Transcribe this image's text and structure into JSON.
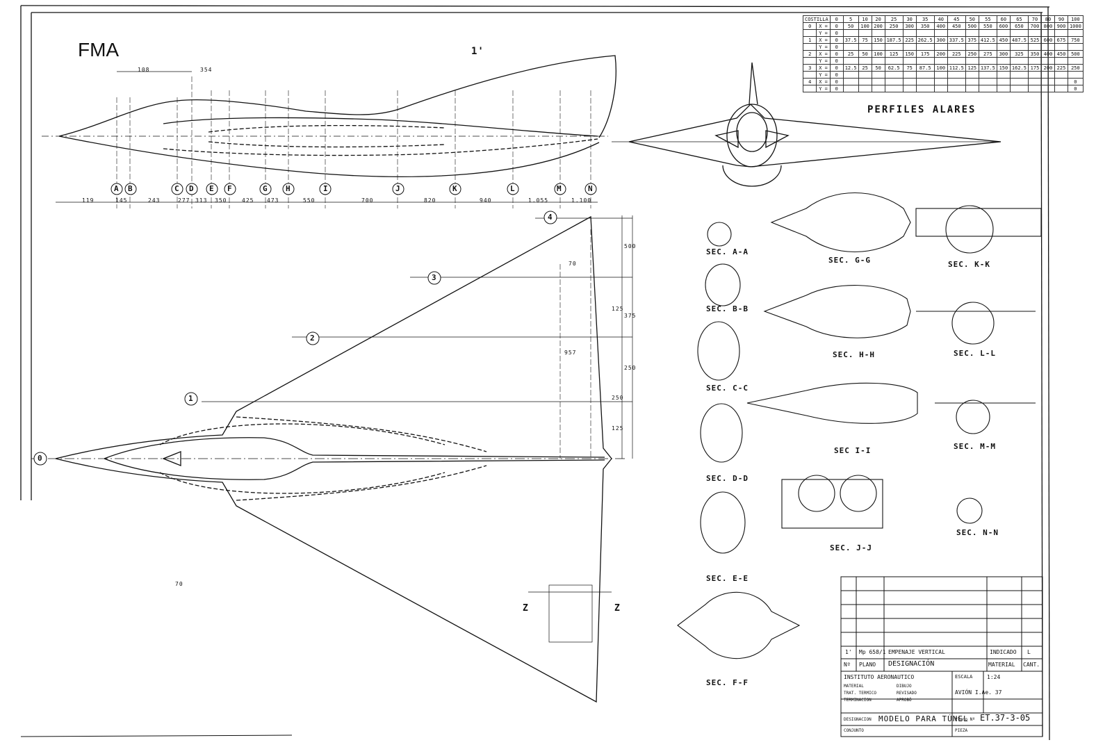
{
  "header": {
    "brand": "FMA"
  },
  "profiles": {
    "title": "PERFILES ALARES",
    "corner_label": "COSTILLA",
    "columns": [
      "0",
      "5",
      "10",
      "20",
      "25",
      "30",
      "35",
      "40",
      "45",
      "50",
      "55",
      "60",
      "65",
      "70",
      "80",
      "90",
      "100"
    ],
    "rows": [
      {
        "rib": "0",
        "axis": "X =",
        "values": [
          "0",
          "50",
          "100",
          "200",
          "250",
          "300",
          "350",
          "400",
          "450",
          "500",
          "550",
          "600",
          "650",
          "700",
          "800",
          "900",
          "1000"
        ]
      },
      {
        "rib": "",
        "axis": "Y =",
        "values": [
          "0",
          "",
          "",
          "",
          "",
          "",
          "",
          "",
          "",
          "",
          "",
          "",
          "",
          "",
          "",
          "",
          ""
        ]
      },
      {
        "rib": "1",
        "axis": "X =",
        "values": [
          "0",
          "37.5",
          "75",
          "150",
          "187.5",
          "225",
          "262.5",
          "300",
          "337.5",
          "375",
          "412.5",
          "450",
          "487.5",
          "525",
          "600",
          "675",
          "750"
        ]
      },
      {
        "rib": "",
        "axis": "Y =",
        "values": [
          "0",
          "",
          "",
          "",
          "",
          "",
          "",
          "",
          "",
          "",
          "",
          "",
          "",
          "",
          "",
          "",
          ""
        ]
      },
      {
        "rib": "2",
        "axis": "X =",
        "values": [
          "0",
          "25",
          "50",
          "100",
          "125",
          "150",
          "175",
          "200",
          "225",
          "250",
          "275",
          "300",
          "325",
          "350",
          "400",
          "450",
          "500"
        ]
      },
      {
        "rib": "",
        "axis": "Y =",
        "values": [
          "0",
          "",
          "",
          "",
          "",
          "",
          "",
          "",
          "",
          "",
          "",
          "",
          "",
          "",
          "",
          "",
          ""
        ]
      },
      {
        "rib": "3",
        "axis": "X =",
        "values": [
          "0",
          "12.5",
          "25",
          "50",
          "62.5",
          "75",
          "87.5",
          "100",
          "112.5",
          "125",
          "137.5",
          "150",
          "162.5",
          "175",
          "200",
          "225",
          "250"
        ]
      },
      {
        "rib": "",
        "axis": "Y =",
        "values": [
          "0",
          "",
          "",
          "",
          "",
          "",
          "",
          "",
          "",
          "",
          "",
          "",
          "",
          "",
          "",
          "",
          ""
        ]
      },
      {
        "rib": "4",
        "axis": "X =",
        "values": [
          "0",
          "",
          "",
          "",
          "",
          "",
          "",
          "",
          "",
          "",
          "",
          "",
          "",
          "",
          "",
          "",
          "0"
        ]
      },
      {
        "rib": "",
        "axis": "Y =",
        "values": [
          "0",
          "",
          "",
          "",
          "",
          "",
          "",
          "",
          "",
          "",
          "",
          "",
          "",
          "",
          "",
          "",
          "0"
        ]
      }
    ]
  },
  "stations": [
    "A",
    "B",
    "C",
    "D",
    "E",
    "F",
    "G",
    "H",
    "I",
    "J",
    "K",
    "L",
    "M",
    "N"
  ],
  "station_dims": [
    "119",
    "145",
    "243",
    "277",
    "313",
    "350",
    "425",
    "473",
    "550",
    "700",
    "820",
    "940",
    "1.055",
    "1.100"
  ],
  "top_dims": {
    "a": "108",
    "b": "354"
  },
  "ribs": [
    "0",
    "1",
    "2",
    "3",
    "4"
  ],
  "rib_fin": "1'",
  "sections": {
    "A-A": "SEC. A-A",
    "B-B": "SEC. B-B",
    "C-C": "SEC. C-C",
    "D-D": "SEC. D-D",
    "E-E": "SEC. E-E",
    "F-F": "SEC. F-F",
    "G-G": "SEC. G-G",
    "H-H": "SEC. H-H",
    "I-I": "SEC I-I",
    "J-J": "SEC. J-J",
    "K-K": "SEC. K-K",
    "L-L": "SEC. L-L",
    "M-M": "SEC. M-M",
    "N-N": "SEC. N-N"
  },
  "plan_dims": [
    "500",
    "375",
    "125",
    "250",
    "250",
    "125",
    "70",
    "957",
    "70"
  ],
  "zz": "Z",
  "title_block": {
    "n_row": {
      "n": "1'",
      "plano": "Mp 658/1",
      "desig": "EMPENAJE VERTICAL",
      "mat": "INDICADO",
      "cant": "L"
    },
    "headers": {
      "n": "Nº",
      "plano": "PLANO",
      "desig": "DESIGNACIÓN",
      "mat": "MATERIAL",
      "cant": "CANT."
    },
    "institute": "INSTITUTO AERONAUTICO",
    "escala_label": "ESCALA",
    "escala": "1:24",
    "material_label": "MATERIAL",
    "trat_label": "TRAT. TERMICO",
    "terminacion_label": "TERMINACION",
    "dibujo_label": "DIBUJO",
    "revisado_label": "REVISADO",
    "aprobo_label": "APROBÓ",
    "conjunto_label": "CONJUNTO",
    "designacion_label": "DESIGNACION",
    "designacion": "MODELO PARA TÚNEL",
    "avion": "AVIÓN I.Ae. 37",
    "plano_label": "Plano Nº",
    "plano_no": "ET.37-3-05",
    "pieza_label": "PIEZA"
  }
}
